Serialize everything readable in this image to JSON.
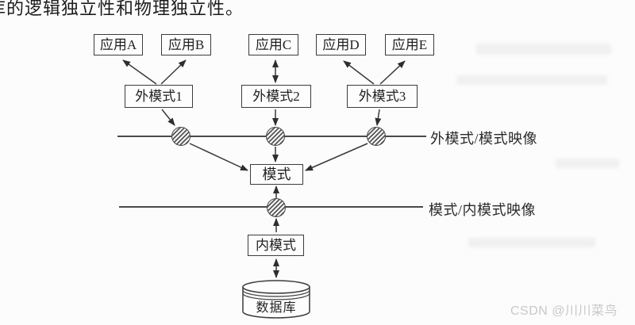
{
  "header": {
    "sentence": "库的逻辑独立性和物理独立性。"
  },
  "diagram": {
    "applications": [
      "应用A",
      "应用B",
      "应用C",
      "应用D",
      "应用E"
    ],
    "external_schemas": [
      "外模式1",
      "外模式2",
      "外模式3"
    ],
    "schema": "模式",
    "internal_schema": "内模式",
    "database": "数据库",
    "mappings": [
      "外模式/模式映像",
      "模式/内模式映像"
    ]
  },
  "watermark": {
    "text": "CSDN @川川菜鸟",
    "color": "#c8c8c8"
  },
  "colors": {
    "ink": "#3a3a3a",
    "text": "#1f1f1f",
    "paper": "#fcfcfc"
  }
}
